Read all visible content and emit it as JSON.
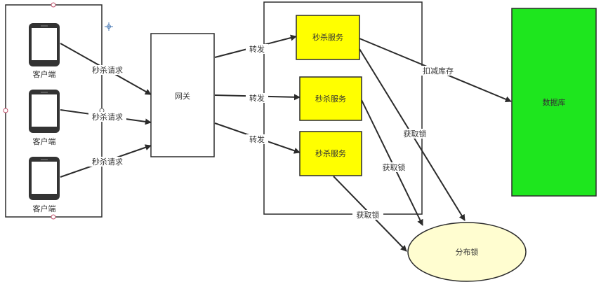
{
  "diagram": {
    "clients": [
      {
        "label": "客户端"
      },
      {
        "label": "客户端"
      },
      {
        "label": "客户端"
      }
    ],
    "request_labels": [
      "秒杀请求",
      "秒杀请求",
      "秒杀请求"
    ],
    "gateway": {
      "label": "网关"
    },
    "forward_labels": [
      "转发",
      "转发",
      "转发"
    ],
    "services": [
      {
        "label": "秒杀服务"
      },
      {
        "label": "秒杀服务"
      },
      {
        "label": "秒杀服务"
      }
    ],
    "database": {
      "label": "数据库"
    },
    "deduct_label": "扣减库存",
    "lock_labels": [
      "获取锁",
      "获取锁",
      "获取锁"
    ],
    "lock": {
      "label": "分布锁"
    },
    "colors": {
      "service_fill": "#ffff00",
      "database_fill": "#1ee61e",
      "lock_fill": "#fffdd0",
      "stroke": "#2b2b2b"
    }
  }
}
